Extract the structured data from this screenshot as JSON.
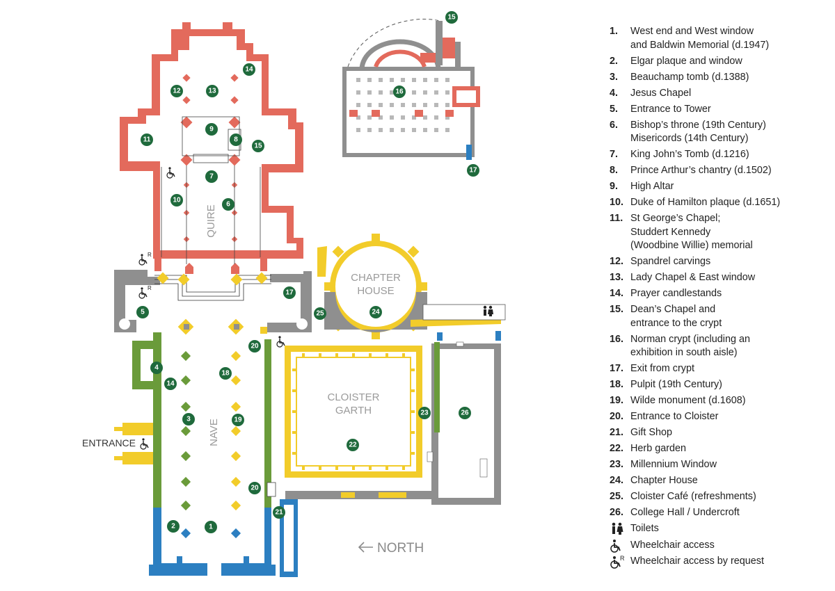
{
  "colors": {
    "quire": "#e36a5c",
    "nave": "#6a9b3a",
    "west_end": "#2c7fc1",
    "cloister": "#f2cc2a",
    "stone": "#8f8f8f",
    "marker": "#1f6a3c"
  },
  "map": {
    "area_labels": {
      "quire": "QUIRE",
      "nave": "NAVE",
      "chapter_house_1": "CHAPTER",
      "chapter_house_2": "HOUSE",
      "cloister_garth_1": "CLOISTER",
      "cloister_garth_2": "GARTH"
    },
    "entrance_label": "ENTRANCE",
    "north_label": "NORTH",
    "north_arrow_icon": "arrow-left-icon",
    "markers": {
      "m1": "1",
      "m2": "2",
      "m3": "3",
      "m4": "4",
      "m5": "5",
      "m6": "6",
      "m7": "7",
      "m8": "8",
      "m9": "9",
      "m10": "10",
      "m11": "11",
      "m12": "12",
      "m13": "13",
      "m14a": "14",
      "m14b": "14",
      "m15a": "15",
      "m15b": "15",
      "m16": "16",
      "m17a": "17",
      "m17b": "17",
      "m18": "18",
      "m19": "19",
      "m20a": "20",
      "m20b": "20",
      "m21": "21",
      "m22": "22",
      "m23": "23",
      "m24": "24",
      "m25": "25",
      "m26": "26"
    },
    "wheelchair_R": "R"
  },
  "legend": {
    "items": [
      {
        "num": "1.",
        "text": "West end and West window\nand Baldwin Memorial (d.1947)"
      },
      {
        "num": "2.",
        "text": "Elgar plaque and window"
      },
      {
        "num": "3.",
        "text": "Beauchamp tomb (d.1388)"
      },
      {
        "num": "4.",
        "text": "Jesus Chapel"
      },
      {
        "num": "5.",
        "text": "Entrance to Tower"
      },
      {
        "num": "6.",
        "text": "Bishop’s throne (19th Century)\nMisericords (14th Century)"
      },
      {
        "num": "7.",
        "text": "King John’s Tomb (d.1216)"
      },
      {
        "num": "8.",
        "text": "Prince Arthur’s chantry (d.1502)"
      },
      {
        "num": "9.",
        "text": "High Altar"
      },
      {
        "num": "10.",
        "text": "Duke of Hamilton plaque (d.1651)"
      },
      {
        "num": "11.",
        "text": "St George’s Chapel;\nStuddert Kennedy\n(Woodbine Willie) memorial"
      },
      {
        "num": "12.",
        "text": "Spandrel carvings"
      },
      {
        "num": "13.",
        "text": "Lady Chapel & East window"
      },
      {
        "num": "14.",
        "text": "Prayer candlestands"
      },
      {
        "num": "15.",
        "text": "Dean’s Chapel and\nentrance to the crypt"
      },
      {
        "num": "16.",
        "text": "Norman crypt (including an\nexhibition in south aisle)"
      },
      {
        "num": "17.",
        "text": "Exit from crypt"
      },
      {
        "num": "18.",
        "text": "Pulpit (19th Century)"
      },
      {
        "num": "19.",
        "text": "Wilde monument (d.1608)"
      },
      {
        "num": "20.",
        "text": "Entrance to Cloister"
      },
      {
        "num": "21.",
        "text": "Gift Shop"
      },
      {
        "num": "22.",
        "text": "Herb garden"
      },
      {
        "num": "23.",
        "text": "Millennium Window"
      },
      {
        "num": "24.",
        "text": "Chapter House"
      },
      {
        "num": "25.",
        "text": "Cloister Café (refreshments)"
      },
      {
        "num": "26.",
        "text": "College Hall / Undercroft"
      }
    ],
    "symbols": [
      {
        "icon": "toilets-icon",
        "text": "Toilets"
      },
      {
        "icon": "wheelchair-icon",
        "text": "Wheelchair access"
      },
      {
        "icon": "wheelchair-request-icon",
        "text": "Wheelchair access by request"
      }
    ]
  }
}
